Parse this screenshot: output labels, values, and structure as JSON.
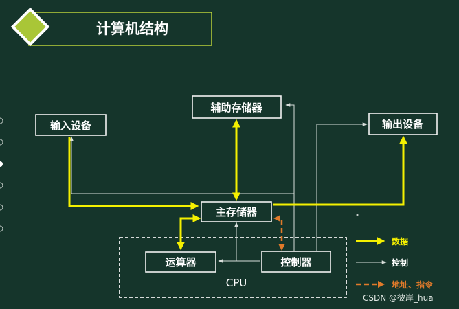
{
  "title": "计算机结构",
  "boxes": {
    "input": "输入设备",
    "aux_storage": "辅助存储器",
    "output": "输出设备",
    "main_memory": "主存储器",
    "alu": "运算器",
    "controller": "控制器"
  },
  "cpu_label": "CPU",
  "legend": {
    "data": "数据",
    "control": "控制",
    "address": "地址、指令"
  },
  "watermark": "CSDN @彼岸_hua",
  "colors": {
    "background": "#15352b",
    "data": "#f4f000",
    "control": "#d8dedb",
    "address": "#e07a2a",
    "title_accent": "#b9d23a"
  }
}
